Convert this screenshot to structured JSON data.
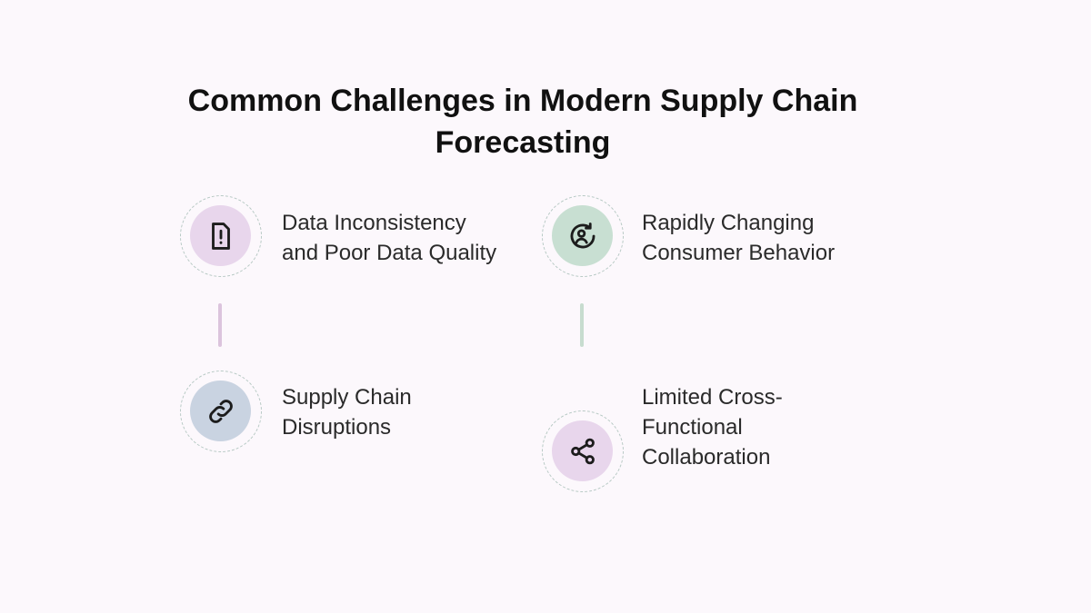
{
  "title": "Common Challenges in Modern Supply Chain Forecasting",
  "challenges": [
    {
      "label_line1": "Data Inconsistency",
      "label_line2": "and Poor Data Quality",
      "icon": "alert-document-icon",
      "color": "#e8d6ec"
    },
    {
      "label_line1": "Rapidly Changing",
      "label_line2": "Consumer Behavior",
      "icon": "refresh-user-icon",
      "color": "#c8dfd2"
    },
    {
      "label_line1": "Supply Chain",
      "label_line2": "Disruptions",
      "icon": "link-icon",
      "color": "#c9d3e1"
    },
    {
      "label_line1": "Limited Cross-",
      "label_line2": "Functional",
      "label_line3": "Collaboration",
      "icon": "share-icon",
      "color": "#e8d6ec"
    }
  ],
  "colors": {
    "connector_left": "#dcc4dd",
    "connector_right": "#c7dccf",
    "icon_stroke": "#1c1c1c"
  }
}
